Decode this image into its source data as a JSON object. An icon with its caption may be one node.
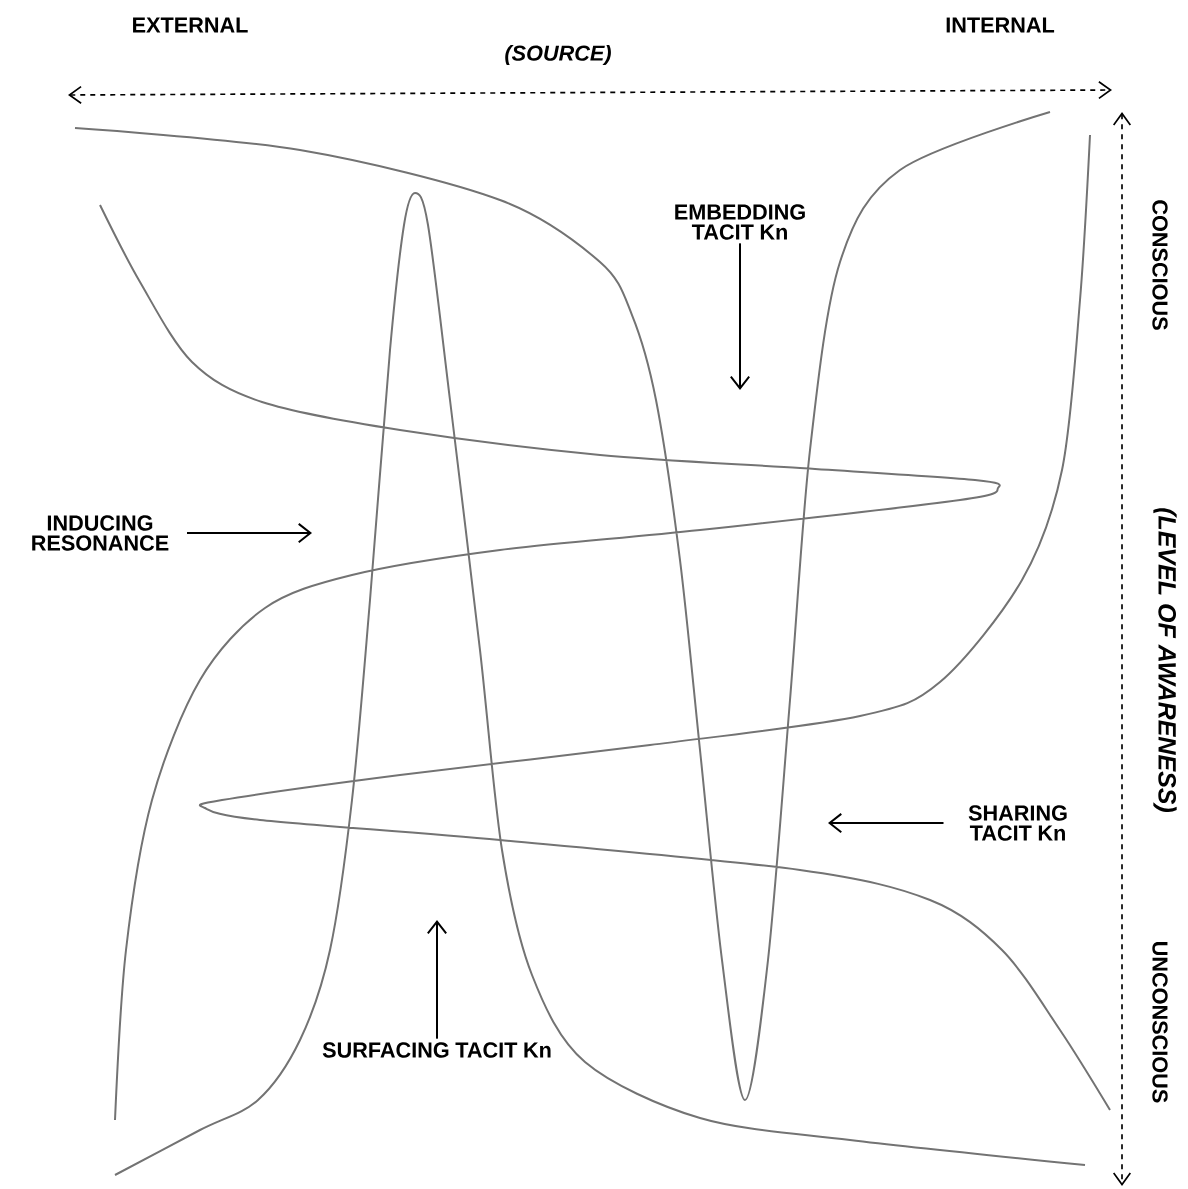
{
  "diagram": {
    "nodes": [
      {
        "text": [
          "EMBEDDING TACIT Kn"
        ]
      },
      {
        "text": [
          "INDUCING RESONANCE"
        ]
      },
      {
        "text": [
          "SHARING TACIT Kn"
        ]
      },
      {
        "text": [
          "SURFACING TACIT Kn"
        ]
      }
    ],
    "edges": [
      {
        "from": 0,
        "to": null,
        "arrow": "to"
      },
      {
        "from": 1,
        "to": null,
        "arrow": "to"
      },
      {
        "from": 2,
        "to": null,
        "arrow": "to"
      },
      {
        "from": 3,
        "to": null,
        "arrow": "to"
      }
    ],
    "labels": [
      "EXTERNAL",
      "(SOURCE)",
      "INTERNAL",
      "CONSCIOUS",
      "(LEVEL OF AWARENESS)",
      "UNCONSCIOUS"
    ]
  }
}
